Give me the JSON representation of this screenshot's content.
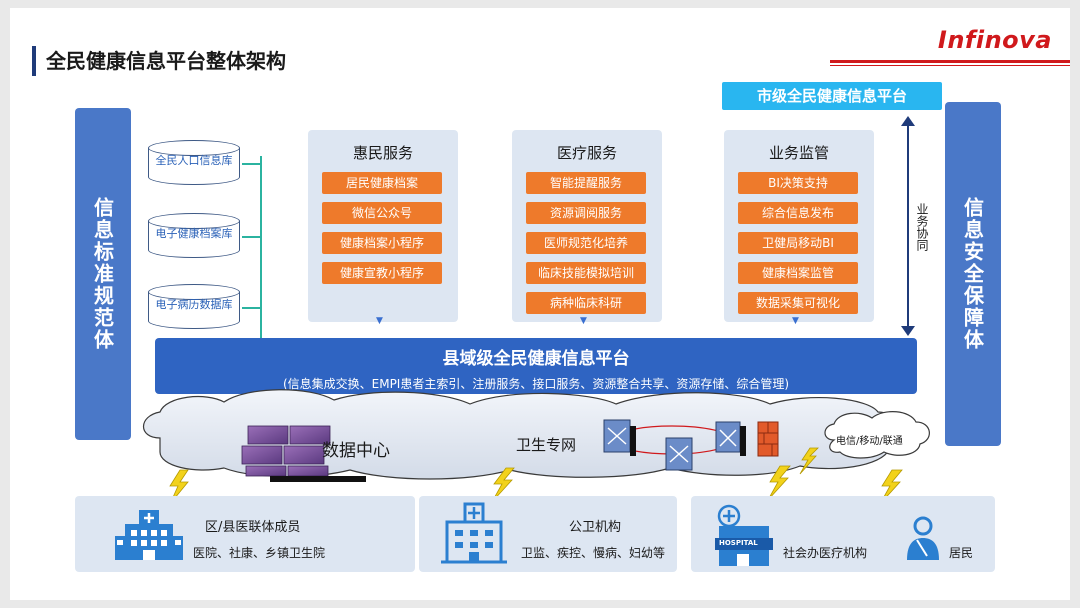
{
  "title": "全民健康信息平台整体架构",
  "logo": "Infinova",
  "left_pillar": "信息标准规范体",
  "right_pillar": "信息安全保障体",
  "databases": [
    "全民人口信息库",
    "电子健康档案库",
    "电子病历数据库"
  ],
  "city_platform": "市级全民健康信息平台",
  "business_coordination": "业务协同",
  "service_columns": [
    {
      "title": "惠民服务",
      "items": [
        "居民健康档案",
        "微信公众号",
        "健康档案小程序",
        "健康宣教小程序"
      ]
    },
    {
      "title": "医疗服务",
      "items": [
        "智能提醒服务",
        "资源调阅服务",
        "医师规范化培养",
        "临床技能模拟培训",
        "病种临床科研"
      ]
    },
    {
      "title": "业务监管",
      "items": [
        "BI决策支持",
        "综合信息发布",
        "卫健局移动BI",
        "健康档案监管",
        "数据采集可视化"
      ]
    }
  ],
  "county_platform": {
    "title": "县域级全民健康信息平台",
    "subtitle": "(信息集成交换、EMPI患者主索引、注册服务、接口服务、资源整合共享、资源存储、综合管理)"
  },
  "network": {
    "data_center": "数据中心",
    "health_network": "卫生专网",
    "carriers": "电信/移动/联通"
  },
  "bottom": {
    "block1": {
      "title": "区/县医联体成员",
      "subtitle": "医院、社康、乡镇卫生院"
    },
    "block2": {
      "title": "公卫机构",
      "subtitle": "卫监、疾控、慢病、妇幼等"
    },
    "block3": {
      "hospital_sign": "HOSPITAL",
      "org": "社会办医疗机构",
      "resident": "居民"
    }
  },
  "colors": {
    "orange": "#ee7a2b",
    "blue": "#2f64c2",
    "cyan": "#29b6f0",
    "light": "#dde6f2",
    "red": "#d0191c"
  }
}
